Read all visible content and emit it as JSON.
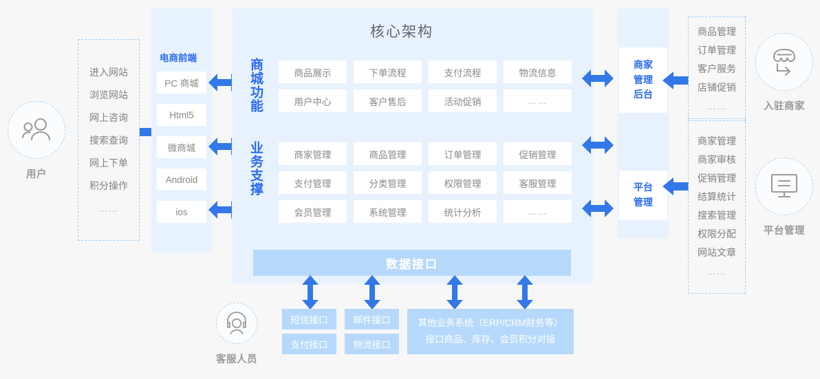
{
  "actors": {
    "user": {
      "label": "用户",
      "icon": "users-icon"
    },
    "merchant": {
      "label": "入驻商家",
      "icon": "storefront-enter-icon"
    },
    "platform": {
      "label": "平台管理",
      "icon": "monitor-icon"
    },
    "support": {
      "label": "客服人员",
      "icon": "headset-agent-icon"
    }
  },
  "user_actions": {
    "items": [
      "进入网站",
      "浏览网站",
      "网上咨询",
      "搜索查询",
      "网上下单",
      "积分操作",
      "……"
    ]
  },
  "frontend": {
    "title": "电商前端",
    "items": [
      "PC 商城",
      "Html5",
      "微商城",
      "Android",
      "ios"
    ]
  },
  "core": {
    "title": "核心架构",
    "groups": [
      {
        "vertical_label": "商城功能",
        "rows": [
          [
            "商品展示",
            "下单流程",
            "支付流程",
            "物流信息"
          ],
          [
            "用户中心",
            "客户售后",
            "活动促销",
            "……"
          ]
        ]
      },
      {
        "vertical_label": "业务支撑",
        "rows": [
          [
            "商家管理",
            "商品管理",
            "订单管理",
            "促销管理"
          ],
          [
            "支付管理",
            "分类管理",
            "权限管理",
            "客服管理"
          ],
          [
            "会员管理",
            "系统管理",
            "统计分析",
            "……"
          ]
        ]
      }
    ]
  },
  "backends": {
    "merchant_console": {
      "lines": [
        "商家",
        "管理",
        "后台"
      ]
    },
    "platform_console": {
      "lines": [
        "平台",
        "管理"
      ]
    }
  },
  "merchant_functions": {
    "items": [
      "商品管理",
      "订单管理",
      "客户服务",
      "店铺促销",
      "……"
    ]
  },
  "platform_functions": {
    "items": [
      "商家管理",
      "商家审核",
      "促销管理",
      "结算统计",
      "搜索管理",
      "权限分配",
      "网站文章",
      "……"
    ]
  },
  "data_interface": {
    "title": "数据接口",
    "boxes": [
      "短信接口",
      "邮件接口",
      "支付接口",
      "物流接口"
    ],
    "other_system": {
      "line1": "其他业务系统（ERP/CRM财务等）",
      "line2": "接口商品、库存、会员积分对接"
    }
  },
  "colors": {
    "panel_bg": "#e8f2fe",
    "arrow_blue": "#3278e8",
    "accent_blue": "#2b6bf0",
    "soft_blue": "#b6d9fb",
    "dash_border": "#9fcdf3",
    "page_bg": "#f7f7f7",
    "text_gray": "#888888"
  }
}
